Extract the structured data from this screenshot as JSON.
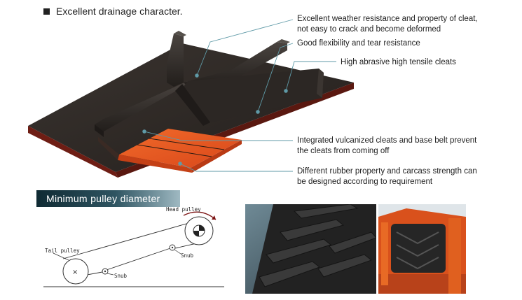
{
  "header": {
    "text": "Excellent drainage character."
  },
  "callouts": [
    {
      "line1": "Excellent weather resistance and property of cleat,",
      "line2": "not easy to crack and become deformed"
    },
    {
      "line1": "Good flexibility and tear resistance",
      "line2": ""
    },
    {
      "line1": "High abrasive high tensile cleats",
      "line2": ""
    },
    {
      "line1": "Integrated vulcanized cleats and base belt prevent",
      "line2": "the cleats from coming off"
    },
    {
      "line1": "Different rubber property and carcass strength can",
      "line2": "be designed according to requirement"
    }
  ],
  "pulley_section": {
    "title": "Minimum pulley diameter",
    "labels": {
      "head_pulley": "Head pulley",
      "tail_pulley": "Tail pulley",
      "snub_top": "Snub",
      "snub_bottom": "Snub"
    }
  },
  "colors": {
    "belt_dark": "#2b2623",
    "belt_orange": "#e8561e",
    "belt_red_edge": "#7a1f16",
    "callout_line": "#5f9aa7",
    "banner_dark": "#0f2a33"
  }
}
